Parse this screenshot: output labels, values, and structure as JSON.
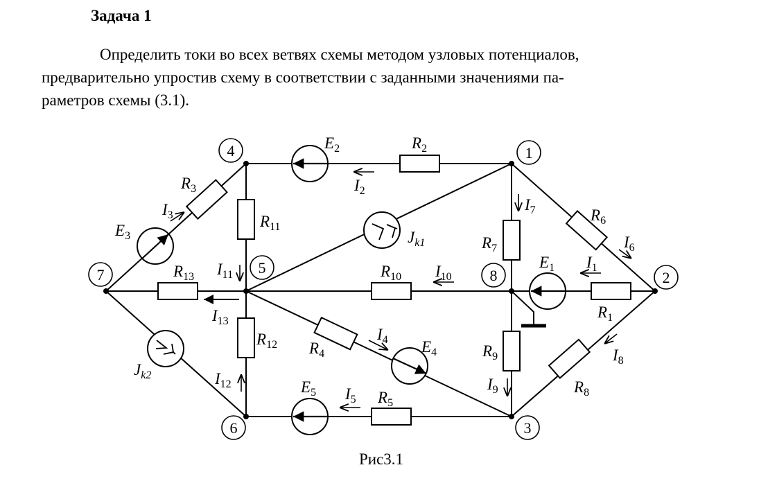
{
  "document": {
    "heading": "Задача 1",
    "paragraph_line1": "Определить токи во всех ветвях схемы методом узловых потенциалов,",
    "paragraph_line2": "предварительно упростив схему в соответствии с заданными значениями па-",
    "paragraph_line3": "раметров схемы (3.1).",
    "figure_caption": "Рис3.1"
  },
  "circuit": {
    "nodes": [
      "1",
      "2",
      "3",
      "4",
      "5",
      "6",
      "7",
      "8"
    ],
    "resistors": {
      "R1": {
        "main": "R",
        "sub": "1"
      },
      "R2": {
        "main": "R",
        "sub": "2"
      },
      "R3": {
        "main": "R",
        "sub": "3"
      },
      "R4": {
        "main": "R",
        "sub": "4"
      },
      "R5": {
        "main": "R",
        "sub": "5"
      },
      "R6": {
        "main": "R",
        "sub": "6"
      },
      "R7": {
        "main": "R",
        "sub": "7"
      },
      "R8": {
        "main": "R",
        "sub": "8"
      },
      "R9": {
        "main": "R",
        "sub": "9"
      },
      "R10": {
        "main": "R",
        "sub": "10"
      },
      "R11": {
        "main": "R",
        "sub": "11"
      },
      "R12": {
        "main": "R",
        "sub": "12"
      },
      "R13": {
        "main": "R",
        "sub": "13"
      }
    },
    "emf_sources": {
      "E1": {
        "main": "E",
        "sub": "1"
      },
      "E2": {
        "main": "E",
        "sub": "2"
      },
      "E3": {
        "main": "E",
        "sub": "3"
      },
      "E4": {
        "main": "E",
        "sub": "4"
      },
      "E5": {
        "main": "E",
        "sub": "5"
      }
    },
    "current_sources": {
      "Jk1": {
        "main": "J",
        "sub": "k1"
      },
      "Jk2": {
        "main": "J",
        "sub": "k2"
      }
    },
    "currents": {
      "I1": {
        "main": "I",
        "sub": "1"
      },
      "I2": {
        "main": "I",
        "sub": "2"
      },
      "I3": {
        "main": "I",
        "sub": "3"
      },
      "I4": {
        "main": "I",
        "sub": "4"
      },
      "I5": {
        "main": "I",
        "sub": "5"
      },
      "I6": {
        "main": "I",
        "sub": "6"
      },
      "I7": {
        "main": "I",
        "sub": "7"
      },
      "I8": {
        "main": "I",
        "sub": "8"
      },
      "I9": {
        "main": "I",
        "sub": "9"
      },
      "I10": {
        "main": "I",
        "sub": "10"
      },
      "I11": {
        "main": "I",
        "sub": "11"
      },
      "I12": {
        "main": "I",
        "sub": "12"
      },
      "I13": {
        "main": "I",
        "sub": "13"
      }
    },
    "ground_node": "8"
  }
}
